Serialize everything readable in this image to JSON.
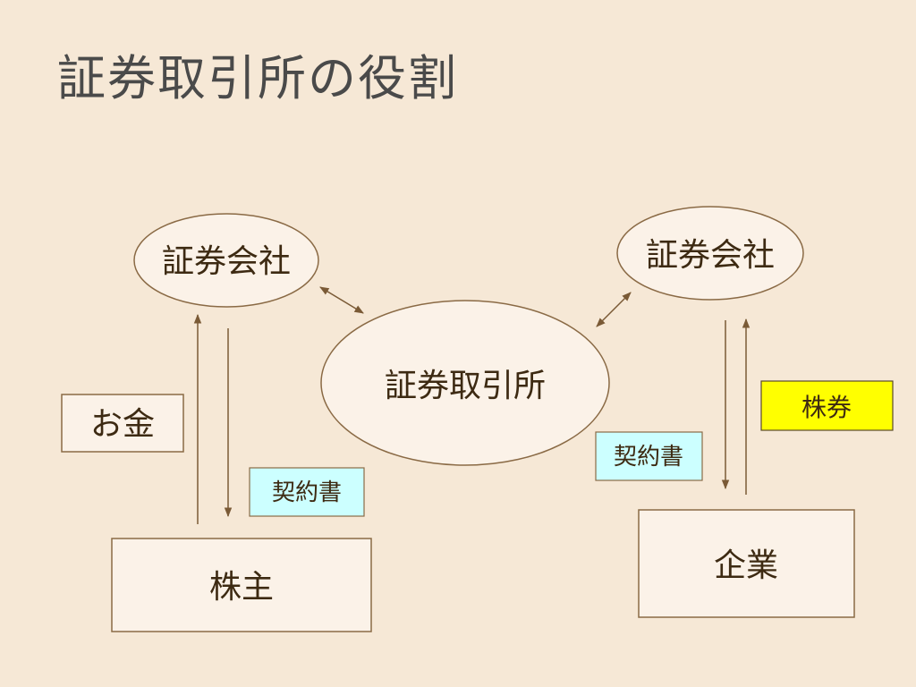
{
  "slide": {
    "title": "証券取引所の役割"
  },
  "nodes": {
    "broker_left": "証券会社",
    "broker_right": "証券会社",
    "exchange": "証券取引所",
    "shareholder": "株主",
    "company": "企業"
  },
  "tags": {
    "money": "お金",
    "contract_left": "契約書",
    "contract_right": "契約書",
    "stock": "株券"
  },
  "colors": {
    "background": "#f6e8d6",
    "node_fill": "#fbf2e8",
    "outline": "#8a6a45",
    "contract_fill": "#ccffff",
    "stock_fill": "#ffff00"
  }
}
